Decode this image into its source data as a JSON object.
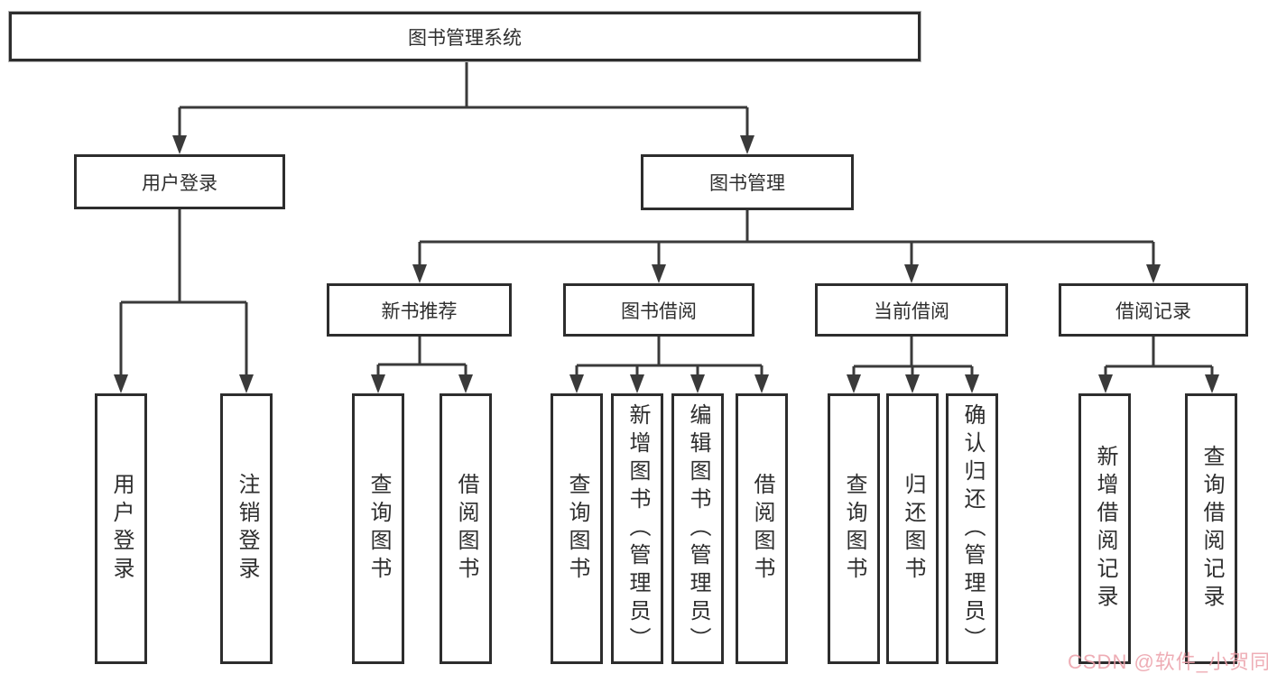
{
  "diagram": {
    "title_node": "图书管理系统",
    "nodes": {
      "root": "图书管理系统",
      "user_login": "用户登录",
      "book_mgmt": "图书管理",
      "new_book": "新书推荐",
      "book_borrow": "图书借阅",
      "current_borrow": "当前借阅",
      "borrow_record": "借阅记录",
      "leaf_user_login": "用户登录",
      "leaf_logout": "注销登录",
      "leaf_nb_query": "查询图书",
      "leaf_nb_borrow": "借阅图书",
      "leaf_bb_query": "查询图书",
      "leaf_bb_add": "新增图书（管理员）",
      "leaf_bb_edit": "编辑图书（管理员）",
      "leaf_bb_borrow": "借阅图书",
      "leaf_cb_query": "查询图书",
      "leaf_cb_return": "归还图书",
      "leaf_cb_confirm": "确认归还（管理员）",
      "leaf_br_add": "新增借阅记录",
      "leaf_br_query": "查询借阅记录"
    },
    "edges": [
      {
        "from": "图书管理系统",
        "to": [
          "用户登录",
          "图书管理"
        ]
      },
      {
        "from": "用户登录",
        "to": [
          "用户登录",
          "注销登录"
        ]
      },
      {
        "from": "图书管理",
        "to": [
          "新书推荐",
          "图书借阅",
          "当前借阅",
          "借阅记录"
        ]
      },
      {
        "from": "新书推荐",
        "to": [
          "查询图书",
          "借阅图书"
        ]
      },
      {
        "from": "图书借阅",
        "to": [
          "查询图书",
          "新增图书（管理员）",
          "编辑图书（管理员）",
          "借阅图书"
        ]
      },
      {
        "from": "当前借阅",
        "to": [
          "查询图书",
          "归还图书",
          "确认归还（管理员）"
        ]
      },
      {
        "from": "借阅记录",
        "to": [
          "新增借阅记录",
          "查询借阅记录"
        ]
      }
    ]
  },
  "watermark": {
    "text": "CSDN @软件_小贺同学",
    "color": "#ec9fa9"
  },
  "colors": {
    "line": "#3a3a3a",
    "box_border": "#2d2d2d",
    "text": "#2e2e2e",
    "background": "#ffffff"
  }
}
